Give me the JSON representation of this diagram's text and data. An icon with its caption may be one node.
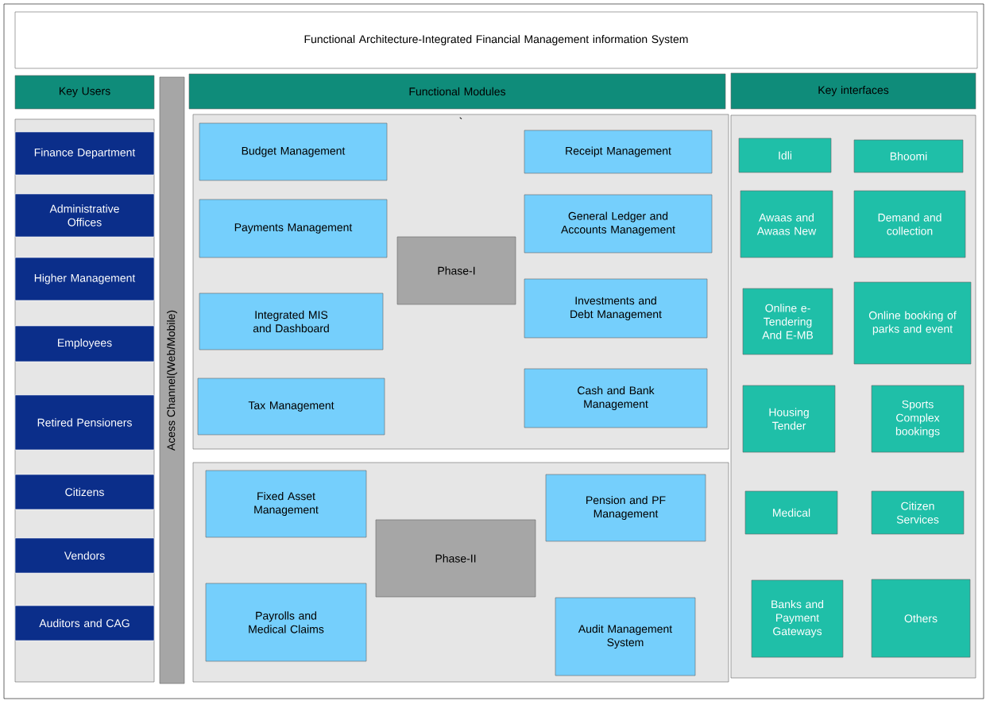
{
  "diagram": {
    "nodes": [
      {
        "text": [
          "Functional Architecture-Integrated Financial Management information System"
        ]
      },
      {
        "text": [
          "Key Users"
        ]
      },
      {
        "text": [],
        "shape": "box"
      },
      {
        "text": [
          "Finance Department"
        ],
        "in": 2
      },
      {
        "text": [
          "Administrative Offices"
        ],
        "in": 2
      },
      {
        "text": [
          "Higher Management"
        ],
        "in": 2
      },
      {
        "text": [
          "Employees"
        ],
        "in": 2
      },
      {
        "text": [
          "Retired Pensioners"
        ],
        "in": 2
      },
      {
        "text": [
          "Citizens"
        ],
        "in": 2
      },
      {
        "text": [
          "Vendors"
        ],
        "in": 2
      },
      {
        "text": [
          "Auditors and CAG"
        ],
        "in": 2
      },
      {
        "text": [
          "Acess Channel(Web/Mobile)"
        ]
      },
      {
        "text": [
          "Functional Modules"
        ]
      },
      {
        "text": [],
        "shape": "box"
      },
      {
        "text": [
          "Budget Management"
        ],
        "in": 13
      },
      {
        "text": [
          "Receipt Management"
        ],
        "in": 13
      },
      {
        "text": [
          "Payments Management"
        ],
        "in": 13
      },
      {
        "text": [
          "General Ledger and Accounts Management"
        ],
        "in": 13
      },
      {
        "text": [
          "Phase-I"
        ],
        "in": 13
      },
      {
        "text": [
          "Integrated MIS and Dashboard"
        ],
        "in": 13
      },
      {
        "text": [
          "Investments and Debt Management"
        ],
        "in": 13
      },
      {
        "text": [
          "Tax Management"
        ],
        "in": 13
      },
      {
        "text": [
          "Cash and Bank Management"
        ],
        "in": 13
      },
      {
        "text": [],
        "shape": "box"
      },
      {
        "text": [
          "Fixed Asset Management"
        ],
        "in": 23
      },
      {
        "text": [
          "Pension and PF Management"
        ],
        "in": 23
      },
      {
        "text": [
          "Phase-II"
        ],
        "in": 23
      },
      {
        "text": [
          "Payrolls and Medical Claims"
        ],
        "in": 23
      },
      {
        "text": [
          "Audit Management System"
        ],
        "in": 23
      },
      {
        "text": [
          "Key interfaces"
        ]
      },
      {
        "text": [],
        "shape": "box"
      },
      {
        "text": [
          "Idli"
        ],
        "in": 30
      },
      {
        "text": [
          "Bhoomi"
        ],
        "in": 30
      },
      {
        "text": [
          "Awaas and Awaas New"
        ],
        "in": 30
      },
      {
        "text": [
          "Demand and collection"
        ],
        "in": 30
      },
      {
        "text": [
          "Online e-Tendering And E-MB"
        ],
        "in": 30
      },
      {
        "text": [
          "Online booking of parks and event"
        ],
        "in": 30
      },
      {
        "text": [
          "Housing Tender"
        ],
        "in": 30
      },
      {
        "text": [
          "Sports Complex bookings"
        ],
        "in": 30
      },
      {
        "text": [
          "Medical"
        ],
        "in": 30
      },
      {
        "text": [
          "Citizen Services"
        ],
        "in": 30
      },
      {
        "text": [
          "Banks and Payment Gateways"
        ],
        "in": 30
      },
      {
        "text": [
          "Others"
        ],
        "in": 30
      }
    ],
    "labels": [
      "`"
    ]
  }
}
